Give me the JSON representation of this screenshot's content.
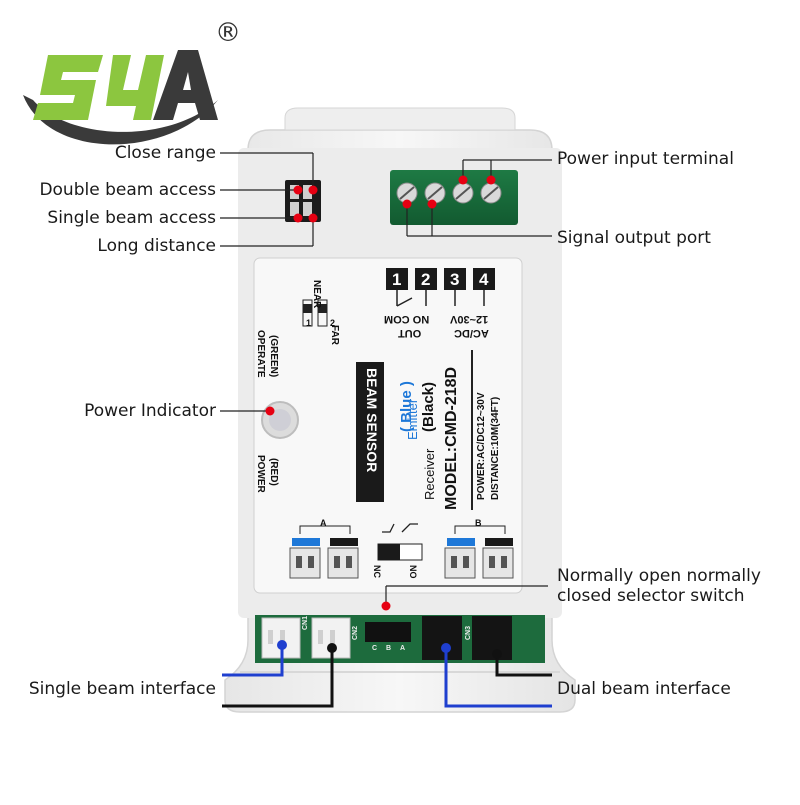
{
  "logo": {
    "text": "S4A",
    "registered_mark": "®"
  },
  "callouts": {
    "close_range": "Close range",
    "double_beam_access": "Double beam access",
    "single_beam_access": "Single beam access",
    "long_distance": "Long distance",
    "power_input_terminal": "Power input terminal",
    "signal_output_port": "Signal output port",
    "power_indicator": "Power Indicator",
    "selector_switch_line1": "Normally open normally",
    "selector_switch_line2": "closed selector switch",
    "single_beam_interface": "Single beam interface",
    "dual_beam_interface": "Dual beam interface"
  },
  "board": {
    "terminals": [
      "1",
      "2",
      "3",
      "4"
    ],
    "out_label": "OUT",
    "no_com_label": "NO COM",
    "voltage_label": "12~30V",
    "acdc_label": "AC/DC",
    "dip_near": "NEAR",
    "dip_far": "FAR",
    "dip_1": "1",
    "dip_2": "2",
    "operate_label": "OPERATE",
    "operate_color": "(GREEN)",
    "power_label": "POWER",
    "power_color": "(RED)",
    "beam_sensor": "BEAM SENSOR",
    "emitter": "Emitter",
    "blue": "( Blue )",
    "receiver": "Receiver",
    "black": "(Black)",
    "model": "MODEL:CMD-218D",
    "power_spec": "POWER:AC/DC12~30V",
    "distance_spec": "DISTANCE:10M(34FT)",
    "nc": "NC",
    "no": "NO",
    "conn_a": "A",
    "conn_b": "B",
    "cn_labels": [
      "CN1",
      "CN2",
      "CN3"
    ],
    "cba": [
      "C",
      "B",
      "A"
    ]
  },
  "colors": {
    "logo_green": "#8cc63f",
    "logo_dark": "#333333",
    "marker_red": "#e60012",
    "wire_blue": "#1f3fcf",
    "wire_black": "#111111",
    "housing": "#f2f2f2",
    "label_panel": "#f7f7f7"
  }
}
